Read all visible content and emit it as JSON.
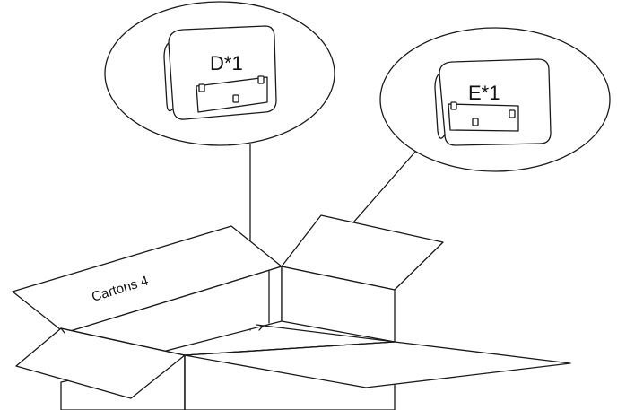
{
  "callouts": {
    "d": {
      "label": "D*1"
    },
    "e": {
      "label": "E*1"
    }
  },
  "carton": {
    "label": "Cartons 4"
  }
}
